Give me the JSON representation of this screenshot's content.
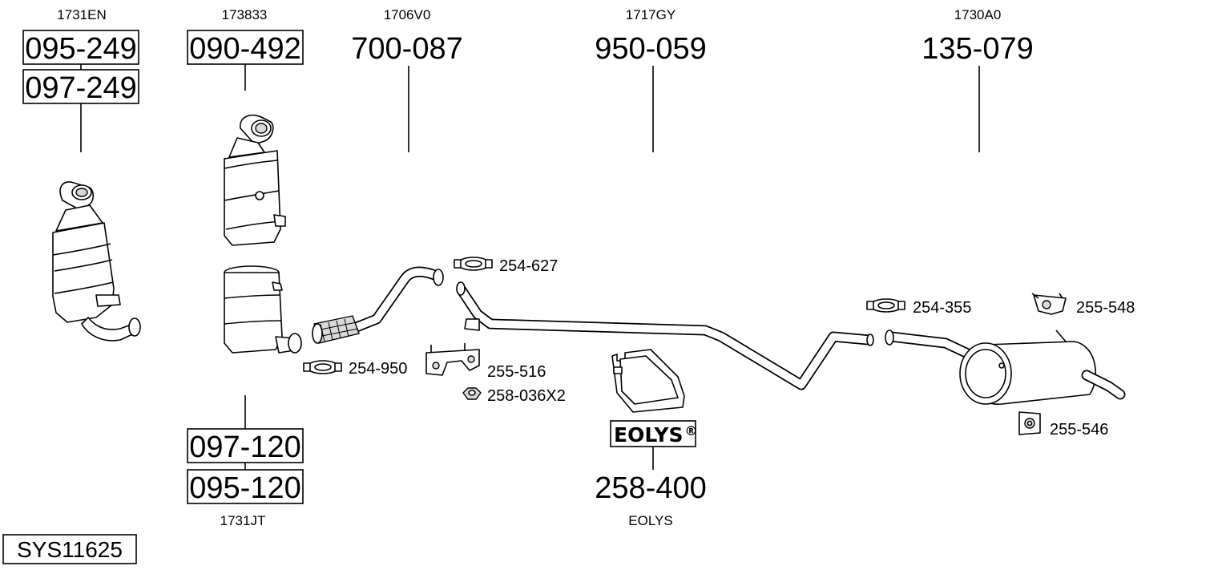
{
  "diagram": {
    "system_code": "SYS11625",
    "groups": [
      {
        "ref": "1731EN",
        "parts": [
          "095-249",
          "097-249"
        ]
      },
      {
        "ref": "173833",
        "parts": [
          "090-492"
        ]
      },
      {
        "ref": "1706V0",
        "parts": [
          "700-087"
        ]
      },
      {
        "ref": "1717GY",
        "parts": [
          "950-059"
        ]
      },
      {
        "ref": "1730A0",
        "parts": [
          "135-079"
        ]
      },
      {
        "ref": "1731JT",
        "parts": [
          "097-120",
          "095-120"
        ]
      },
      {
        "ref": "EOLYS",
        "parts": [
          "258-400"
        ],
        "logo_text": "EOLYS",
        "logo_mark": "®"
      }
    ],
    "accessories": [
      {
        "part": "254-627",
        "icon": "clamp-icon"
      },
      {
        "part": "254-950",
        "icon": "clamp-icon"
      },
      {
        "part": "255-516",
        "icon": "bracket-icon"
      },
      {
        "part": "258-036X2",
        "icon": "nut-icon"
      },
      {
        "part": "254-355",
        "icon": "clamp-icon"
      },
      {
        "part": "255-548",
        "icon": "rubber-mount-icon"
      },
      {
        "part": "255-546",
        "icon": "rubber-mount-icon"
      }
    ]
  }
}
